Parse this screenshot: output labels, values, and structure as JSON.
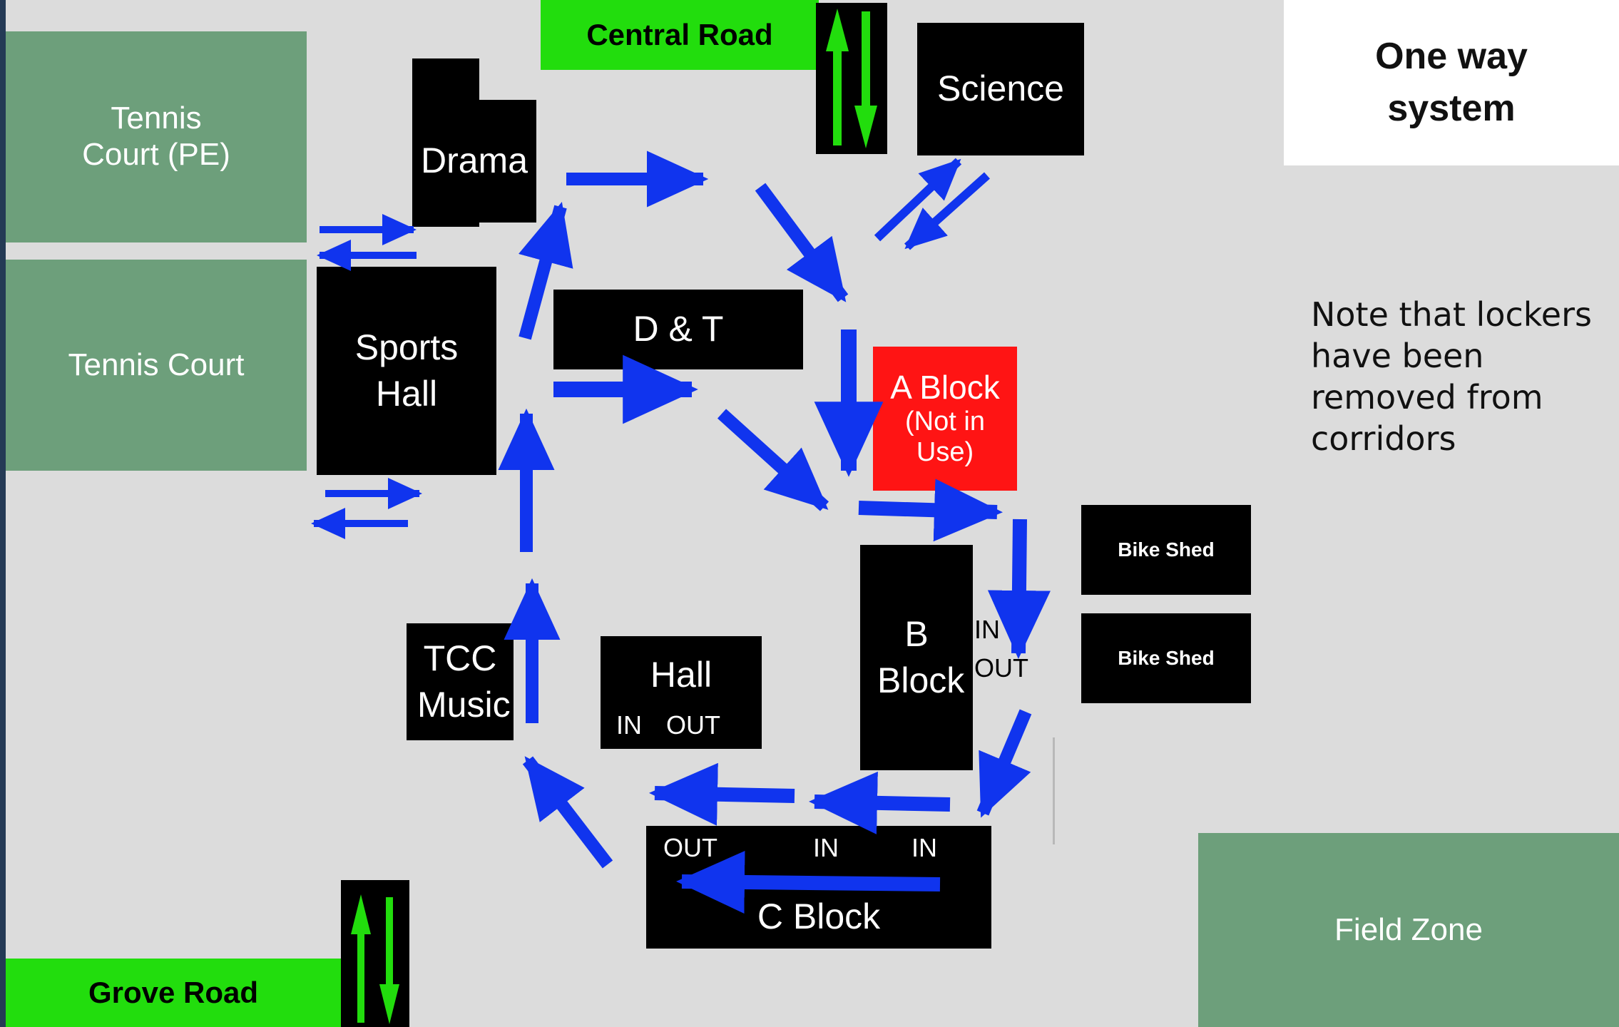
{
  "title": "One way system",
  "note": "Note that lockers have been removed from corridors",
  "areas": {
    "tennis_court_pe": "Tennis Court (PE)",
    "tennis_court": "Tennis Court",
    "field_zone": "Field Zone"
  },
  "roads": {
    "central": "Central Road",
    "grove": "Grove Road"
  },
  "buildings": {
    "drama": "Drama",
    "science": "Science",
    "sports_hall": "Sports Hall",
    "dt": "D & T",
    "a_block": {
      "name": "A Block",
      "status": "(Not in Use)"
    },
    "bike_shed_1": "Bike Shed",
    "bike_shed_2": "Bike Shed",
    "b_block": "B Block",
    "tcc_music": "TCC Music",
    "hall": "Hall",
    "c_block": "C Block"
  },
  "door_labels": {
    "b_in": "IN",
    "b_out": "OUT",
    "hall_in": "IN",
    "hall_out": "OUT",
    "c_out": "OUT",
    "c_in_1": "IN",
    "c_in_2": "IN"
  },
  "colors": {
    "background": "#dcdcdc",
    "green_area": "#6d9f7b",
    "road": "#22dd0d",
    "building": "#000000",
    "closed_building": "#ff1414",
    "arrow": "#1034ee"
  },
  "icons": [
    "blue-direction-arrow",
    "two-way-traffic-arrows"
  ]
}
